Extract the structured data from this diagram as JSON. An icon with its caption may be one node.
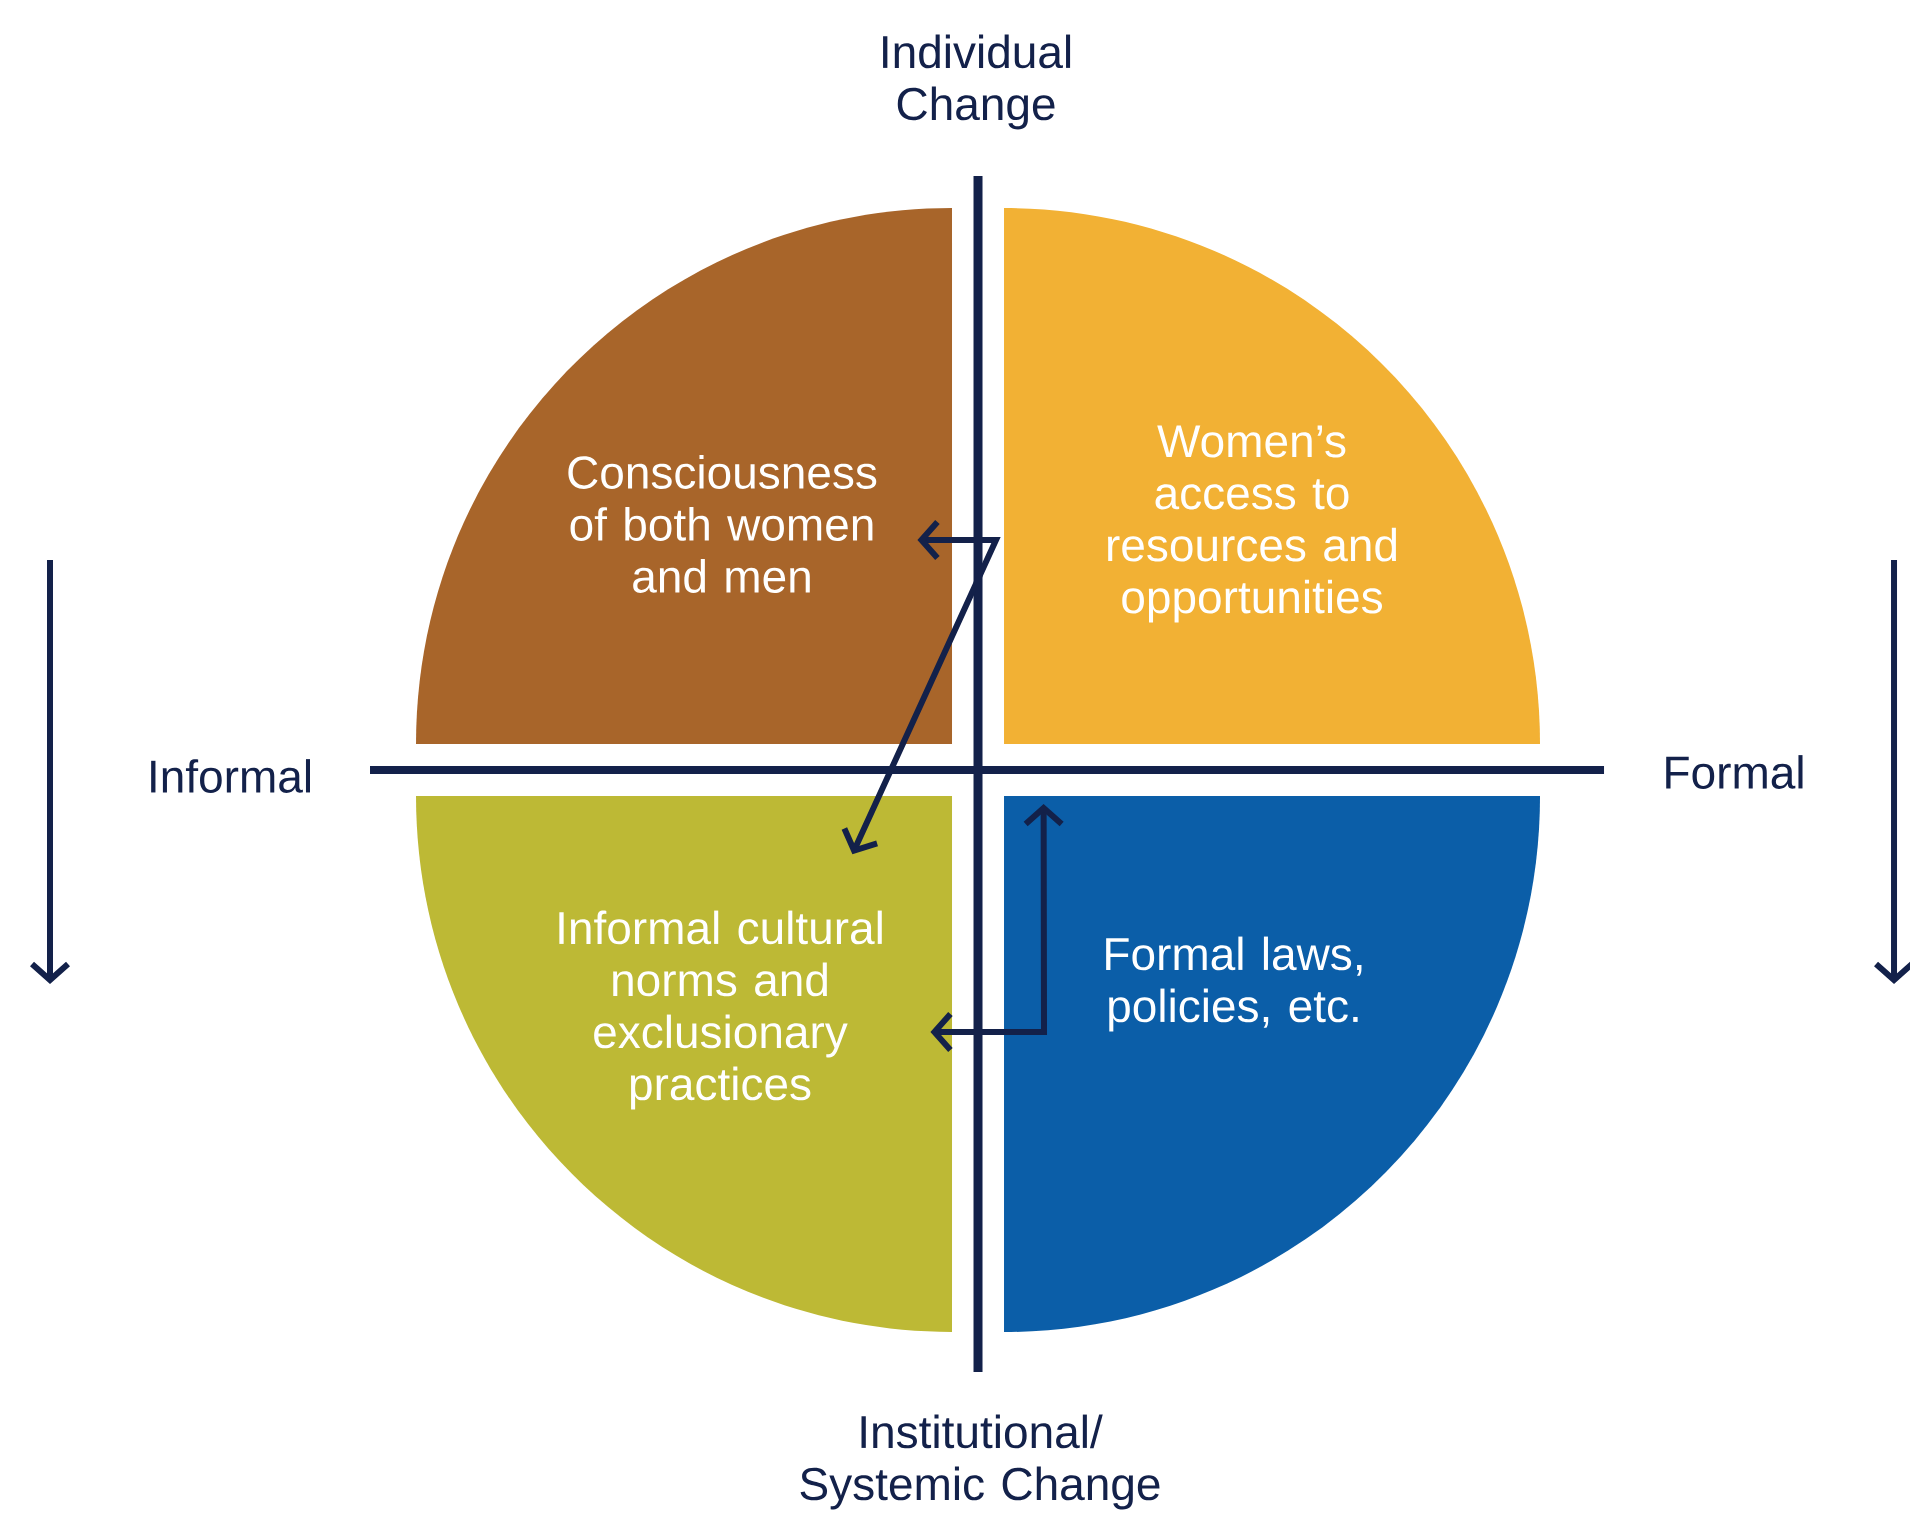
{
  "diagram": {
    "nodes": [
      {
        "text": [
          "Consciousness of both women and men"
        ]
      },
      {
        "text": [
          "Women’s access to resources and opportunities"
        ]
      },
      {
        "text": [
          "Informal cultural norms and exclusionary practices"
        ]
      },
      {
        "text": [
          "Formal laws, policies, etc."
        ]
      }
    ],
    "edges": [
      {
        "from": 0,
        "to": 2,
        "arrow": "both"
      },
      {
        "from": 2,
        "to": 3,
        "arrow": "both"
      }
    ],
    "labels": [
      "Individual Change",
      "Informal",
      "Formal",
      "Institutional/ Systemic Change"
    ]
  }
}
